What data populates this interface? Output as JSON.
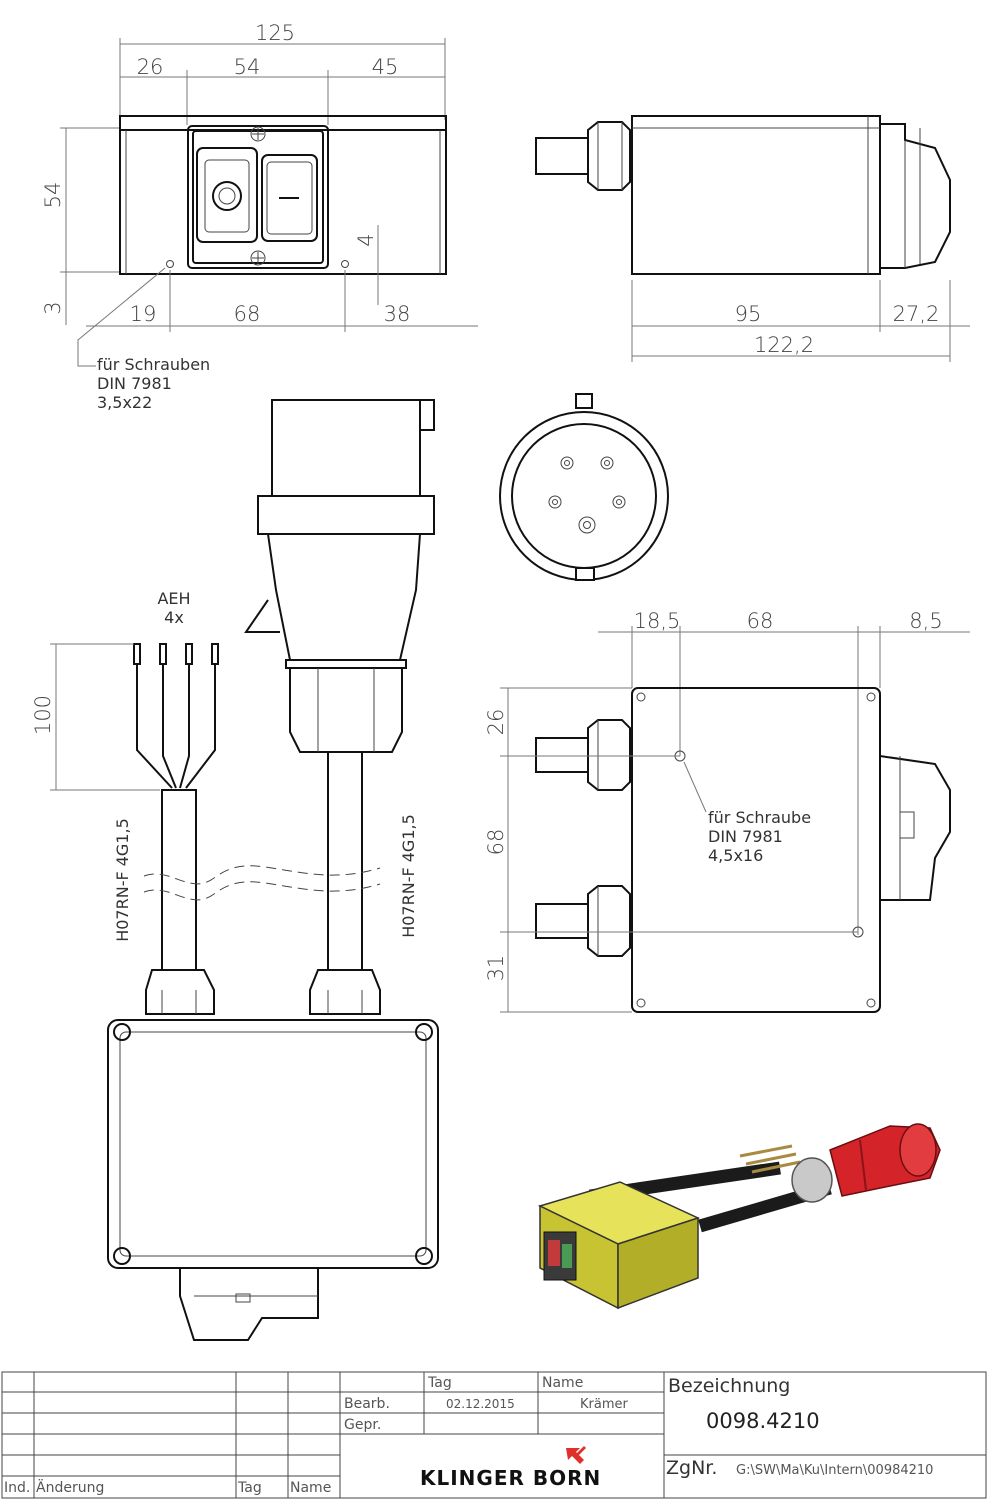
{
  "dimensions": {
    "front_view": {
      "overall_width": "125",
      "left_segment": "26",
      "middle_segment": "54",
      "right_segment": "45",
      "height": "54",
      "bottom_offset": "3",
      "hole_height": "4",
      "hole_left": "19",
      "hole_spacing": "68",
      "hole_right": "38"
    },
    "side_view": {
      "body_length": "95",
      "plug_depth": "27,2",
      "total_length": "122,2"
    },
    "rear_view": {
      "left_offset": "18,5",
      "hole_spacing": "68",
      "right_offset": "8,5",
      "top_offset": "26",
      "mid_height": "68",
      "bottom_offset": "31"
    },
    "cable": {
      "strip_length": "100"
    }
  },
  "notes": {
    "screws_front": [
      "für Schrauben",
      "DIN 7981",
      "3,5x22"
    ],
    "screw_rear": [
      "für Schraube",
      "DIN 7981",
      "4,5x16"
    ],
    "aeh": [
      "AEH",
      "4x"
    ],
    "cable_left": "H07RN-F 4G1,5",
    "cable_right": "H07RN-F 4G1,5"
  },
  "title_block": {
    "col_tag": "Tag",
    "col_name": "Name",
    "bearb_label": "Bearb.",
    "bearb_date": "02.12.2015",
    "bearb_name": "Krämer",
    "gepr_label": "Gepr.",
    "bezeichnung_label": "Bezeichnung",
    "bezeichnung_value": "0098.4210",
    "zgnr_label": "ZgNr.",
    "zgnr_value": "G:\\SW\\Ma\\Ku\\Intern\\00984210",
    "company": "KLINGER BORN",
    "ind_label": "Ind.",
    "aenderung_label": "Änderung",
    "footer_tag": "Tag",
    "footer_name": "Name"
  },
  "colors": {
    "line": "#111111",
    "dimension": "#777777",
    "housing_yellow": "#d8d43a",
    "plug_red": "#d4242a",
    "logo_red": "#e0302a"
  }
}
